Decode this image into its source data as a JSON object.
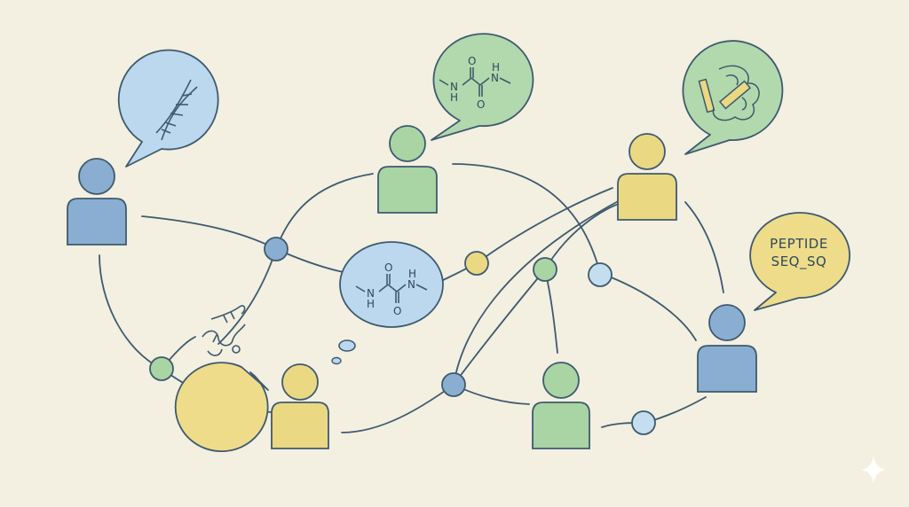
{
  "colors": {
    "background": "#f3efe1",
    "line": "#3e5a6e",
    "blue": "#8aaed1",
    "green": "#a9d4a4",
    "yellow": "#ebd882",
    "light_blue": "#c4ddef",
    "bubble_blue": "#bcd8ee",
    "bubble_green": "#b2d8ad",
    "bubble_yellow": "#eedc8b"
  },
  "molecule_labels": {
    "n_left": "N",
    "h_left": "H",
    "o_top": "O",
    "o_bottom": "O",
    "n_right": "N",
    "h_right": "H"
  },
  "peptide_bubble": {
    "line1": "PEPTIDE",
    "line2": "SEQ_SQ"
  },
  "icons": [
    "person-icon",
    "dna-helix-icon",
    "molecule-icon",
    "protein-icon",
    "folded-strand-icon",
    "sparkle-icon"
  ]
}
